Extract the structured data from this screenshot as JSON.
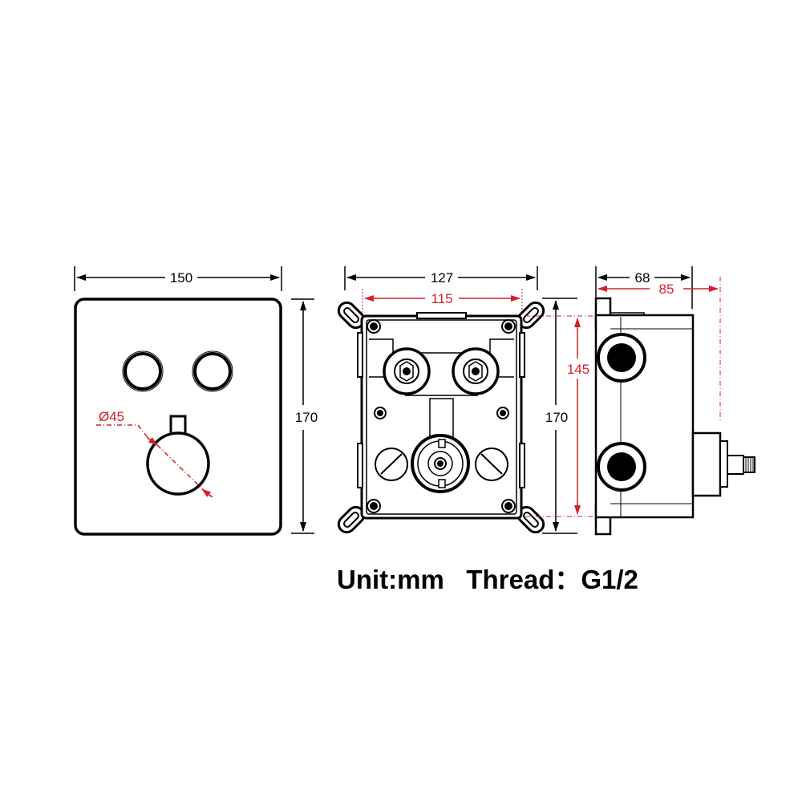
{
  "drawing": {
    "colors": {
      "line": "#000000",
      "dimension_red": "#d4202a",
      "background": "#ffffff"
    },
    "front_panel": {
      "width_label": "150",
      "height_label": "170",
      "knob_diameter_label": "Ø45",
      "buttons": 2
    },
    "mounting_box": {
      "outer_width_label": "127",
      "inner_width_label": "115",
      "outer_height_label": "170",
      "inner_height_label": "145"
    },
    "side_view": {
      "depth_label": "68",
      "overall_depth_label": "85"
    },
    "caption": {
      "unit": "Unit:mm",
      "thread": "Thread：G1/2"
    }
  }
}
